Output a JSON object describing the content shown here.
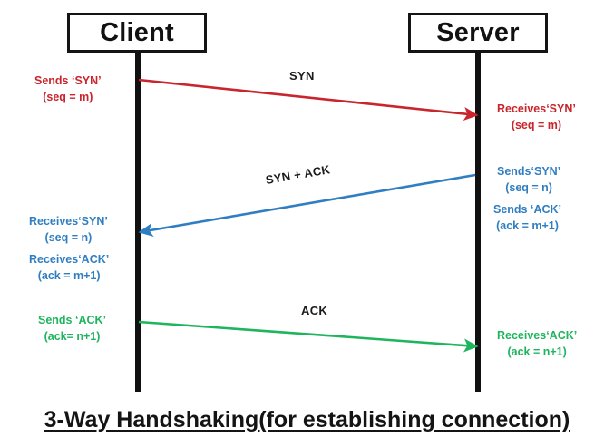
{
  "diagram": {
    "caption": "3-Way Handshaking(for establishing connection)",
    "nodes": {
      "client": "Client",
      "server": "Server"
    },
    "colors": {
      "syn": "#c9252d",
      "syn_ack": "#2f7ec1",
      "ack": "#1fb45e",
      "line": "#111111",
      "text": "#141414"
    },
    "arrow_labels": {
      "syn": "SYN",
      "syn_ack": "SYN + ACK",
      "ack": "ACK"
    },
    "notes": {
      "client_syn_send": {
        "line1": "Sends ‘SYN’",
        "line2": "(seq = m)"
      },
      "server_syn_recv": {
        "line1": "Receives‘SYN’",
        "line2": "(seq = m)"
      },
      "server_syn_send": {
        "line1": "Sends‘SYN’",
        "line2": "(seq = n)"
      },
      "server_ack_send": {
        "line1": "Sends ‘ACK’",
        "line2": "(ack = m+1)"
      },
      "client_syn_recv": {
        "line1": "Receives‘SYN’",
        "line2": "(seq = n)"
      },
      "client_ack_recv": {
        "line1": "Receives‘ACK’",
        "line2": "(ack = m+1)"
      },
      "client_ack_send": {
        "line1": "Sends ‘ACK’",
        "line2": "(ack= n+1)"
      },
      "server_ack_recv": {
        "line1": "Receives‘ACK’",
        "line2": "(ack = n+1)"
      }
    }
  }
}
